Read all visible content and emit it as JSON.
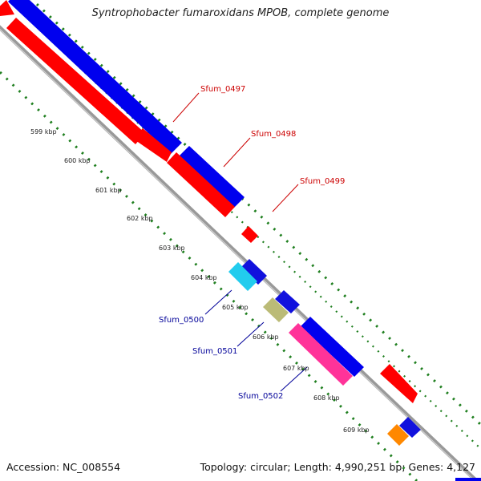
{
  "title": "Syntrophobacter fumaroxidans MPOB, complete genome",
  "accession": "Accession: NC_008554",
  "summary": "Topology: circular; Length: 4,990,251 bp; Genes: 4,127",
  "scale_labels": [
    "599 kbp",
    "600 kbp",
    "601 kbp",
    "602 kbp",
    "603 kbp",
    "604 kbp",
    "605 kbp",
    "606 kbp",
    "607 kbp",
    "608 kbp",
    "609 kbp"
  ],
  "gene_labels_top": [
    {
      "name": "Sfum_0497",
      "color": "#cc0000"
    },
    {
      "name": "Sfum_0498",
      "color": "#cc0000"
    },
    {
      "name": "Sfum_0499",
      "color": "#cc0000"
    }
  ],
  "gene_labels_bottom": [
    {
      "name": "Sfum_0500",
      "color": "#000099"
    },
    {
      "name": "Sfum_0501",
      "color": "#000099"
    },
    {
      "name": "Sfum_0502",
      "color": "#000099"
    }
  ],
  "colors": {
    "forward_cds": "#0000ee",
    "reverse_cds": "#ff0000",
    "backbone": "#888888",
    "gc_dots": "#1f7f1f",
    "gene_0500": "#22ccee",
    "gene_0501": "#bbbb77",
    "gene_0502": "#ff3399",
    "gene_609": "#ff8800"
  }
}
